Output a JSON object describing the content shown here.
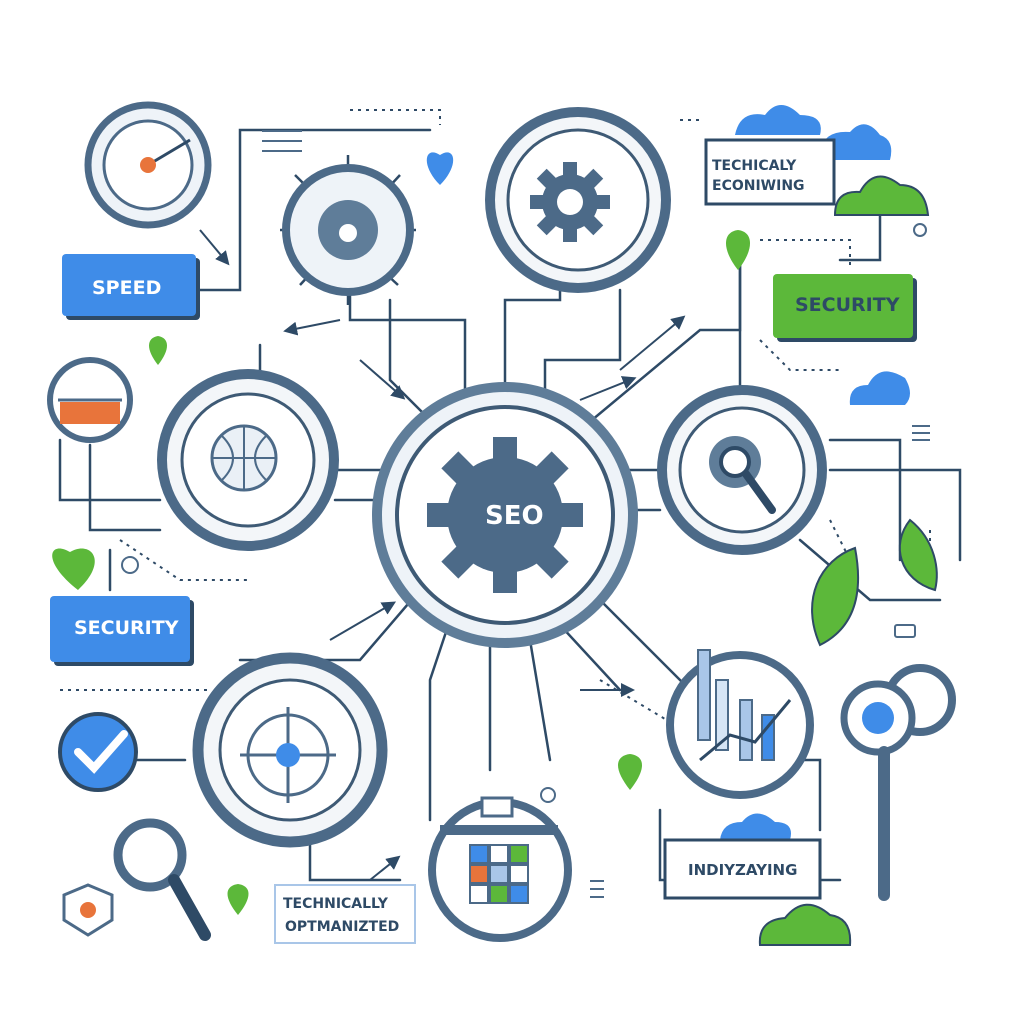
{
  "center": {
    "label": "SEO"
  },
  "labels": {
    "speed": "SPEED",
    "security_right": "SECURITY",
    "security_left": "SECURITY",
    "technically_economing_1": "TECHICALY",
    "technically_economing_2": "ECONIWING",
    "indexing": "INDIYZAYING",
    "tech_optimized_1": "TECHNICALLY",
    "tech_optimized_2": "OPTMANIZTED"
  },
  "colors": {
    "line": "#2e4a66",
    "ring": "#5f7d99",
    "ring_dark": "#3e5a75",
    "blue": "#3f8ce8",
    "green": "#5cb83a",
    "orange": "#e8743b",
    "light": "#eef3f8"
  },
  "icons": [
    "gauge-icon",
    "gear-icon",
    "globe-icon",
    "magnifier-icon",
    "crosshair-icon",
    "chart-icon",
    "hex-grid-icon",
    "shield-icon",
    "check-icon",
    "leaf-icon",
    "cloud-icon",
    "heart-icon",
    "location-pin-icon",
    "battery-icon"
  ]
}
